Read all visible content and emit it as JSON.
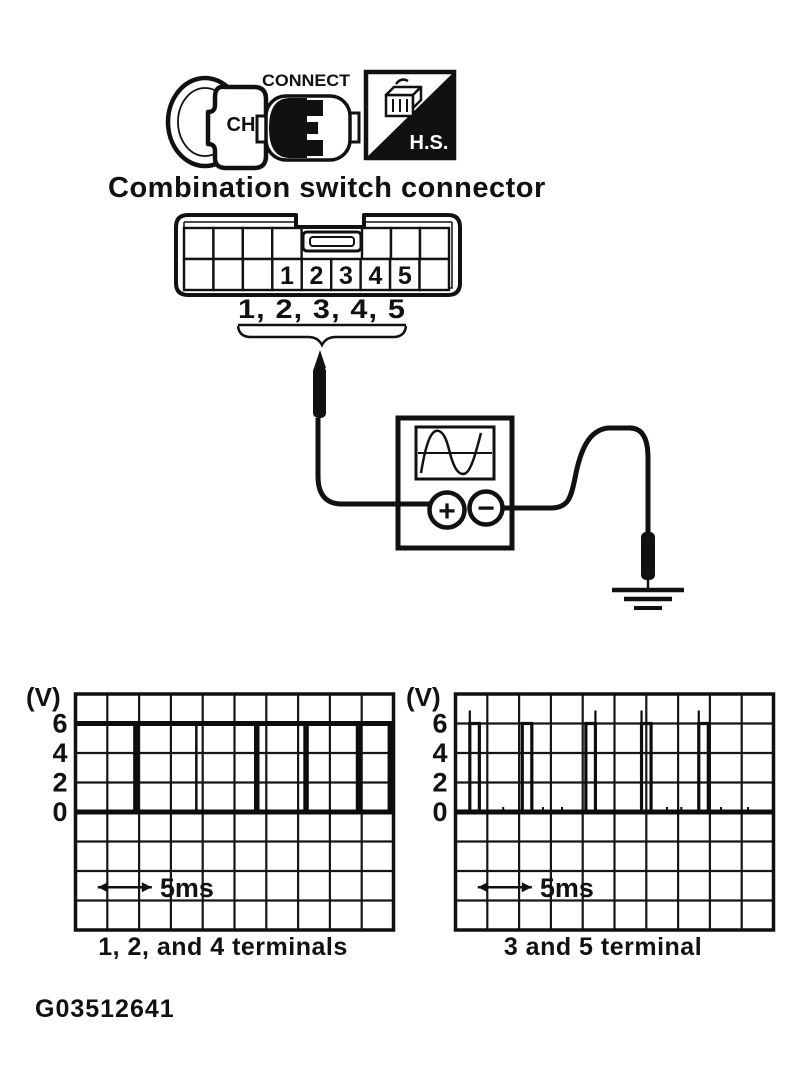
{
  "title": "Combination switch connector",
  "icons": {
    "ch_label": "CH",
    "connect_label": "CONNECT",
    "hs_label": "H.S."
  },
  "connector": {
    "terminals": [
      "1",
      "2",
      "3",
      "4",
      "5"
    ],
    "bracket_label": "1, 2, 3, 4, 5"
  },
  "meter": {
    "plus_symbol": "+",
    "minus_symbol": "−"
  },
  "figure_id": "G03512641",
  "chart_data": [
    {
      "type": "line",
      "waveform": "pulse-train",
      "axis_unit": "(V)",
      "ylabel_ticks": [
        6,
        4,
        2,
        0
      ],
      "volts_per_div": 2,
      "grid": {
        "cols": 10,
        "rows": 8,
        "zero_row": 4,
        "top_volts": 8
      },
      "signal": {
        "description": "Signal held at 6V with narrow low-going pulses to 0V, pulses roughly every 2 divisions",
        "baseline_v": 6,
        "second_level_v": 0,
        "low_pulse_positions_div": [
          1.9,
          3.8,
          5.7,
          7.25,
          8.9,
          9.9
        ],
        "thin_pulse_positions_div": [
          3.8
        ]
      },
      "time_scale_label": "5ms",
      "time_scale_arrow_div": [
        0.7,
        2.4
      ],
      "caption": "1, 2, and 4 terminals"
    },
    {
      "type": "line",
      "waveform": "pulse-train",
      "axis_unit": "(V)",
      "ylabel_ticks": [
        6,
        4,
        2,
        0
      ],
      "volts_per_div": 2,
      "grid": {
        "cols": 10,
        "rows": 8,
        "zero_row": 4,
        "top_volts": 8
      },
      "signal": {
        "description": "Signal held at 0V with narrow high-going pulses to 6V, pulses roughly every 2 divisions",
        "baseline_v": 0,
        "pulse_level_v": 6,
        "high_pulse_spans_div": [
          [
            0.45,
            0.75
          ],
          [
            2.1,
            2.4
          ],
          [
            4.1,
            4.4
          ],
          [
            5.85,
            6.15
          ],
          [
            7.65,
            7.95
          ]
        ],
        "overshoot_ticks_div": [
          0.45,
          4.4,
          5.85,
          7.65
        ],
        "baseline_noise_div": [
          1.5,
          2.75,
          3.35,
          5.0,
          6.65,
          7.1,
          8.35,
          9.2
        ]
      },
      "time_scale_label": "5ms",
      "time_scale_arrow_div": [
        0.7,
        2.4
      ],
      "caption": "3 and 5 terminal"
    }
  ]
}
